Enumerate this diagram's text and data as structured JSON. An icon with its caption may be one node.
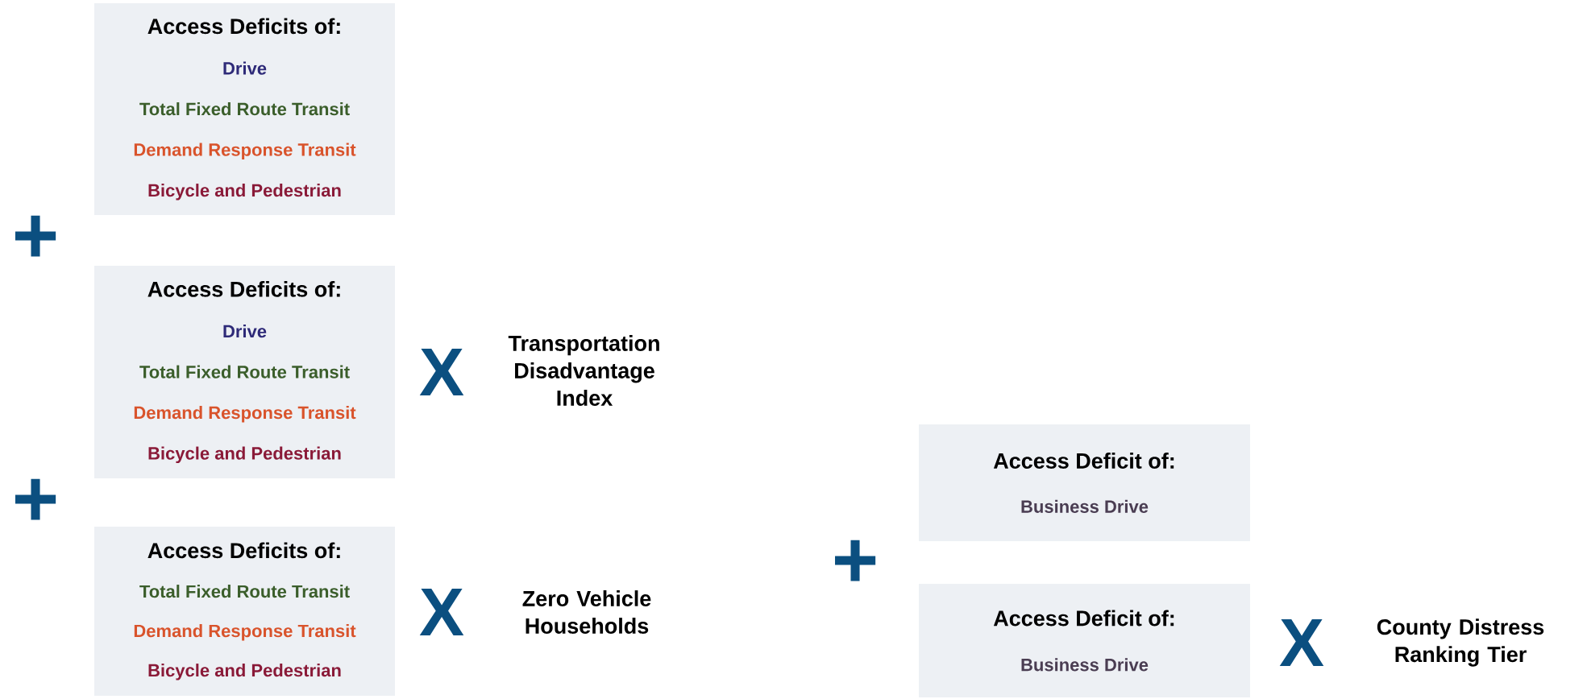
{
  "diagram": {
    "nodes": [
      {
        "text": [
          "Access Deficits of:",
          "Drive",
          "Total Fixed Route Transit",
          "Demand Response Transit",
          "Bicycle and Pedestrian"
        ]
      },
      {
        "text": [
          "Access Deficits of:",
          "Drive",
          "Total Fixed Route Transit",
          "Demand Response Transit",
          "Bicycle and Pedestrian"
        ]
      },
      {
        "text": [
          "Access Deficits of:",
          "Total Fixed Route Transit",
          "Demand Response Transit",
          "Bicycle and Pedestrian"
        ]
      },
      {
        "text": [
          "Access Deficit of:",
          "Business Drive"
        ]
      },
      {
        "text": [
          "Access Deficit of:",
          "Business Drive"
        ]
      }
    ],
    "labels": [
      "+",
      "X",
      "Transportation Disadvantage Index",
      "+",
      "X",
      "Zero Vehicle Households",
      "+",
      "X",
      "County Distress Ranking Tier"
    ]
  }
}
